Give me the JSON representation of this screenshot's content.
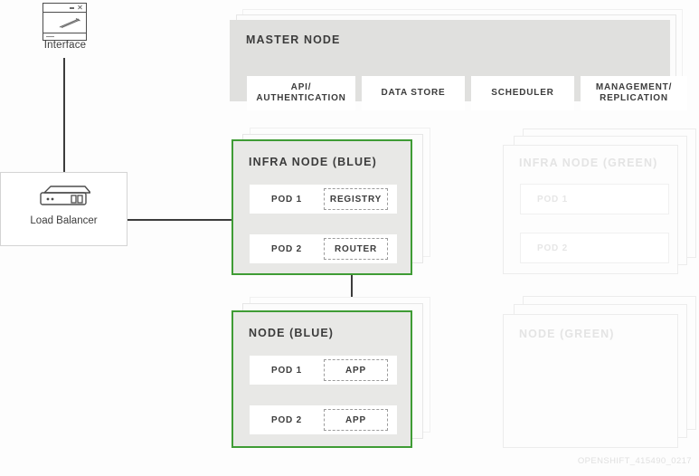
{
  "diagram": {
    "watermark": "OPENSHIFT_415490_0217"
  },
  "interface": {
    "label": "Interface",
    "icon": "browser-window-icon"
  },
  "load_balancer": {
    "label": "Load Balancer",
    "icon": "server-appliance-icon"
  },
  "master_node": {
    "title": "MASTER NODE",
    "components": [
      {
        "label": "API/\nAUTHENTICATION",
        "line1": "API/",
        "line2": "AUTHENTICATION"
      },
      {
        "label": "DATA STORE",
        "line1": "DATA STORE",
        "line2": ""
      },
      {
        "label": "SCHEDULER",
        "line1": "SCHEDULER",
        "line2": ""
      },
      {
        "label": "MANAGEMENT/\nREPLICATION",
        "line1": "MANAGEMENT/",
        "line2": "REPLICATION"
      }
    ]
  },
  "infra_node_blue": {
    "title": "INFRA NODE (BLUE)",
    "state": "active",
    "pods": [
      {
        "name": "POD 1",
        "workload": "REGISTRY"
      },
      {
        "name": "POD 2",
        "workload": "ROUTER"
      }
    ]
  },
  "node_blue": {
    "title": "NODE (BLUE)",
    "state": "active",
    "pods": [
      {
        "name": "POD 1",
        "workload": "APP"
      },
      {
        "name": "POD 2",
        "workload": "APP"
      }
    ]
  },
  "infra_node_green": {
    "title": "INFRA NODE (GREEN)",
    "state": "standby",
    "pods": [
      {
        "name": "POD 1",
        "workload": ""
      },
      {
        "name": "POD 2",
        "workload": ""
      }
    ]
  },
  "node_green": {
    "title": "NODE (GREEN)",
    "state": "standby",
    "pods": []
  },
  "colors": {
    "accent_green": "#3f9c35",
    "master_panel": "#e0e0de",
    "node_panel": "#e8e8e6",
    "line": "#3c3c3c",
    "ghost_text": "#e4e4e4"
  }
}
